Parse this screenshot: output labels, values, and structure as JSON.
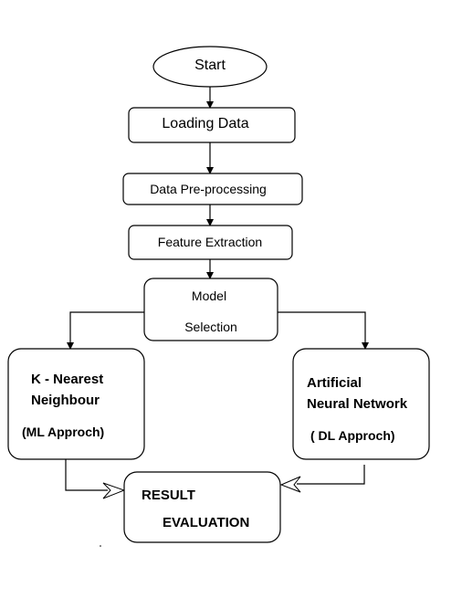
{
  "diagram": {
    "start": {
      "label": "Start"
    },
    "loading_data": {
      "label": "Loading Data"
    },
    "preprocessing": {
      "label": "Data Pre-processing"
    },
    "feature_extraction": {
      "label": "Feature Extraction"
    },
    "model_selection": {
      "line1": "Model",
      "line2": "Selection"
    },
    "knn": {
      "line1": "K - Nearest",
      "line2": "Neighbour",
      "line3": "(ML Approch)"
    },
    "ann": {
      "line1": "Artificial",
      "line2": "Neural Network",
      "line3": "( DL Approch)"
    },
    "result": {
      "line1": "RESULT",
      "line2": "EVALUATION"
    }
  },
  "colors": {
    "stroke": "#000000",
    "fill": "#ffffff",
    "text": "#000000"
  }
}
